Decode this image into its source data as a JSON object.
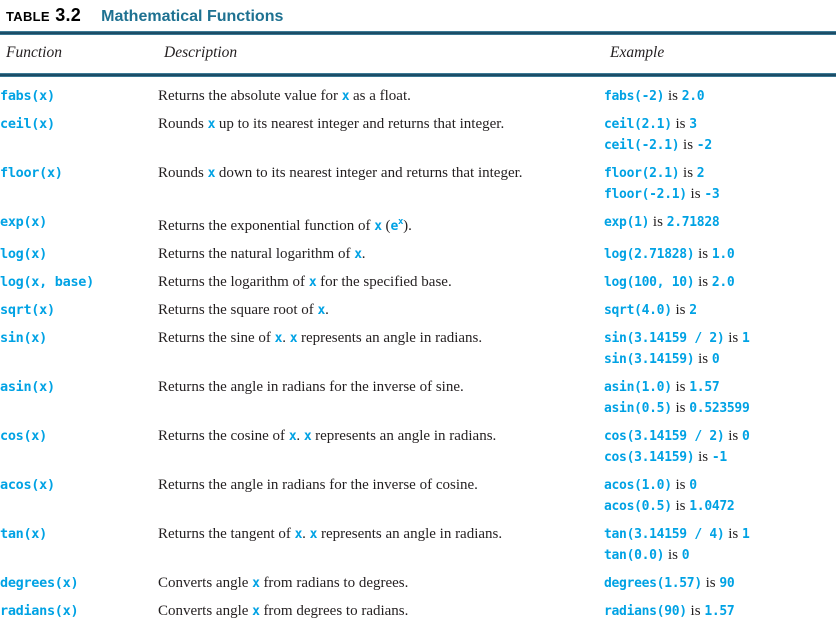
{
  "caption": {
    "label": "Table",
    "number": "3.2",
    "title": "Mathematical Functions"
  },
  "columns": [
    "Function",
    "Description",
    "Example"
  ],
  "colors": {
    "accent_teal": "#1e7191",
    "code_cyan": "#00a2e4",
    "text_ink": "#231f20",
    "rule_dark": "#14425c",
    "rule_light": "#4c8fab"
  },
  "rows": [
    {
      "function": "fabs(x)",
      "description": [
        [
          "t",
          "Returns the absolute value for "
        ],
        [
          "c",
          "x"
        ],
        [
          "t",
          " as a float."
        ]
      ],
      "examples": [
        [
          [
            "c",
            "fabs(-2)"
          ],
          [
            "t",
            " is "
          ],
          [
            "c",
            "2.0"
          ]
        ]
      ]
    },
    {
      "function": "ceil(x)",
      "description": [
        [
          "t",
          "Rounds "
        ],
        [
          "c",
          "x"
        ],
        [
          "t",
          " up to its nearest integer and returns that integer."
        ]
      ],
      "examples": [
        [
          [
            "c",
            "ceil(2.1)"
          ],
          [
            "t",
            " is "
          ],
          [
            "c",
            "3"
          ]
        ],
        [
          [
            "c",
            "ceil(-2.1)"
          ],
          [
            "t",
            " is "
          ],
          [
            "c",
            "-2"
          ]
        ]
      ]
    },
    {
      "function": "floor(x)",
      "description": [
        [
          "t",
          "Rounds "
        ],
        [
          "c",
          "x"
        ],
        [
          "t",
          " down to its nearest integer and returns that integer."
        ]
      ],
      "examples": [
        [
          [
            "c",
            "floor(2.1)"
          ],
          [
            "t",
            " is "
          ],
          [
            "c",
            "2"
          ]
        ],
        [
          [
            "c",
            "floor(-2.1)"
          ],
          [
            "t",
            " is "
          ],
          [
            "c",
            "-3"
          ]
        ]
      ]
    },
    {
      "function": "exp(x)",
      "description": [
        [
          "t",
          "Returns the exponential function of "
        ],
        [
          "c",
          "x"
        ],
        [
          "t",
          " ("
        ],
        [
          "c",
          "e"
        ],
        [
          "s",
          "x"
        ],
        [
          "t",
          ")."
        ]
      ],
      "examples": [
        [
          [
            "c",
            "exp(1)"
          ],
          [
            "t",
            " is "
          ],
          [
            "c",
            "2.71828"
          ]
        ]
      ]
    },
    {
      "function": "log(x)",
      "description": [
        [
          "t",
          "Returns the natural logarithm of "
        ],
        [
          "c",
          "x"
        ],
        [
          "t",
          "."
        ]
      ],
      "examples": [
        [
          [
            "c",
            "log(2.71828)"
          ],
          [
            "t",
            " is "
          ],
          [
            "c",
            "1.0"
          ]
        ]
      ]
    },
    {
      "function": "log(x, base)",
      "description": [
        [
          "t",
          "Returns the logarithm of "
        ],
        [
          "c",
          "x"
        ],
        [
          "t",
          " for the specified base."
        ]
      ],
      "examples": [
        [
          [
            "c",
            "log(100, 10)"
          ],
          [
            "t",
            " is "
          ],
          [
            "c",
            "2.0"
          ]
        ]
      ]
    },
    {
      "function": "sqrt(x)",
      "description": [
        [
          "t",
          "Returns the square root of "
        ],
        [
          "c",
          "x"
        ],
        [
          "t",
          "."
        ]
      ],
      "examples": [
        [
          [
            "c",
            "sqrt(4.0)"
          ],
          [
            "t",
            " is "
          ],
          [
            "c",
            "2"
          ]
        ]
      ]
    },
    {
      "function": "sin(x)",
      "description": [
        [
          "t",
          "Returns the sine of "
        ],
        [
          "c",
          "x"
        ],
        [
          "t",
          ". "
        ],
        [
          "c",
          "x"
        ],
        [
          "t",
          " represents an angle in radians."
        ]
      ],
      "examples": [
        [
          [
            "c",
            "sin(3.14159 / 2)"
          ],
          [
            "t",
            " is "
          ],
          [
            "c",
            "1"
          ]
        ],
        [
          [
            "c",
            "sin(3.14159)"
          ],
          [
            "t",
            " is "
          ],
          [
            "c",
            "0"
          ]
        ]
      ]
    },
    {
      "function": "asin(x)",
      "description": [
        [
          "t",
          "Returns the angle in radians for the inverse of sine."
        ]
      ],
      "examples": [
        [
          [
            "c",
            "asin(1.0)"
          ],
          [
            "t",
            " is "
          ],
          [
            "c",
            "1.57"
          ]
        ],
        [
          [
            "c",
            "asin(0.5)"
          ],
          [
            "t",
            " is "
          ],
          [
            "c",
            "0.523599"
          ]
        ]
      ]
    },
    {
      "function": "cos(x)",
      "description": [
        [
          "t",
          "Returns the cosine of "
        ],
        [
          "c",
          "x"
        ],
        [
          "t",
          ". "
        ],
        [
          "c",
          "x"
        ],
        [
          "t",
          " represents an angle in radians."
        ]
      ],
      "examples": [
        [
          [
            "c",
            "cos(3.14159 / 2)"
          ],
          [
            "t",
            " is "
          ],
          [
            "c",
            "0"
          ]
        ],
        [
          [
            "c",
            "cos(3.14159)"
          ],
          [
            "t",
            " is "
          ],
          [
            "c",
            "-1"
          ]
        ]
      ]
    },
    {
      "function": "acos(x)",
      "description": [
        [
          "t",
          "Returns the angle in radians for the inverse of cosine."
        ]
      ],
      "examples": [
        [
          [
            "c",
            "acos(1.0)"
          ],
          [
            "t",
            " is "
          ],
          [
            "c",
            "0"
          ]
        ],
        [
          [
            "c",
            "acos(0.5)"
          ],
          [
            "t",
            " is "
          ],
          [
            "c",
            "1.0472"
          ]
        ]
      ]
    },
    {
      "function": "tan(x)",
      "description": [
        [
          "t",
          "Returns the tangent of "
        ],
        [
          "c",
          "x"
        ],
        [
          "t",
          ". "
        ],
        [
          "c",
          "x"
        ],
        [
          "t",
          " represents an angle in radians."
        ]
      ],
      "examples": [
        [
          [
            "c",
            "tan(3.14159 / 4)"
          ],
          [
            "t",
            " is "
          ],
          [
            "c",
            "1"
          ]
        ],
        [
          [
            "c",
            "tan(0.0)"
          ],
          [
            "t",
            " is "
          ],
          [
            "c",
            "0"
          ]
        ]
      ]
    },
    {
      "function": "degrees(x)",
      "description": [
        [
          "t",
          "Converts angle "
        ],
        [
          "c",
          "x"
        ],
        [
          "t",
          " from radians to degrees."
        ]
      ],
      "examples": [
        [
          [
            "c",
            "degrees(1.57)"
          ],
          [
            "t",
            " is "
          ],
          [
            "c",
            "90"
          ]
        ]
      ]
    },
    {
      "function": "radians(x)",
      "description": [
        [
          "t",
          "Converts angle "
        ],
        [
          "c",
          "x"
        ],
        [
          "t",
          " from degrees to radians."
        ]
      ],
      "examples": [
        [
          [
            "c",
            "radians(90)"
          ],
          [
            "t",
            " is "
          ],
          [
            "c",
            "1.57"
          ]
        ]
      ]
    }
  ]
}
